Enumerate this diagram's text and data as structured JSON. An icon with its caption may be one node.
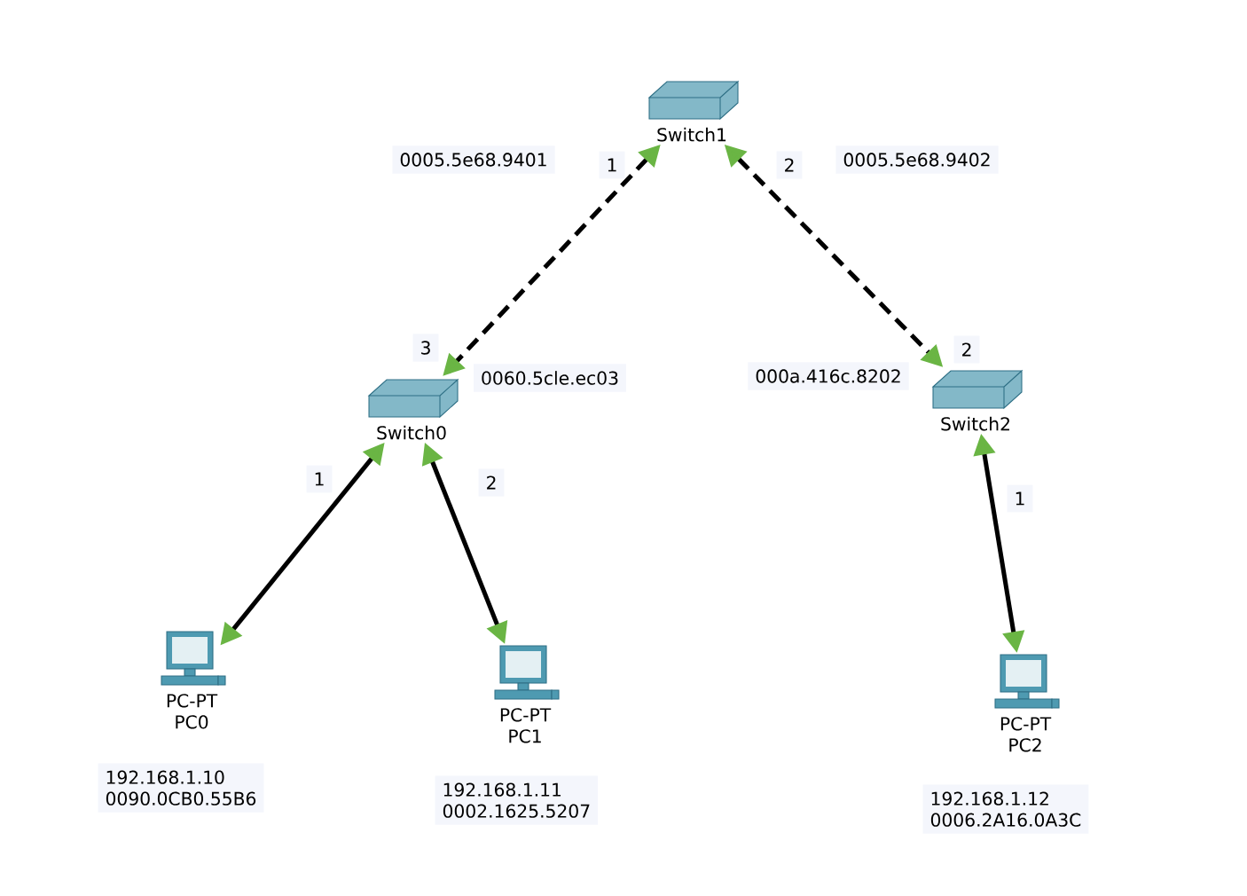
{
  "diagram": {
    "nodes": [
      {
        "text": [
          "Switch1"
        ]
      },
      {
        "text": [
          "Switch0"
        ]
      },
      {
        "text": [
          "Switch2"
        ]
      },
      {
        "text": [
          "PC-PT",
          "PC0"
        ],
        "beside": [
          "192.168.1.10",
          "0090.0CB0.55B6"
        ]
      },
      {
        "text": [
          "PC-PT",
          "PC1"
        ],
        "beside": [
          "192.168.1.11",
          "0002.1625.5207"
        ]
      },
      {
        "text": [
          "PC-PT",
          "PC2"
        ],
        "beside": [
          "192.168.1.12",
          "0006.2A16.0A3C"
        ]
      }
    ],
    "edges": [
      {
        "from": 0,
        "to": 1,
        "arrow": "both",
        "style": "dashed"
      },
      {
        "from": 0,
        "to": 2,
        "arrow": "both",
        "style": "dashed"
      },
      {
        "from": 1,
        "to": 3,
        "arrow": "both"
      },
      {
        "from": 1,
        "to": 4,
        "arrow": "both"
      },
      {
        "from": 2,
        "to": 5,
        "arrow": "both"
      }
    ],
    "labels": [
      "0005.5e68.9401",
      "1",
      "2",
      "0005.5e68.9402",
      "3",
      "0060.5cle.ec03",
      "000a.416c.8202",
      "2",
      "1",
      "2",
      "1"
    ]
  }
}
